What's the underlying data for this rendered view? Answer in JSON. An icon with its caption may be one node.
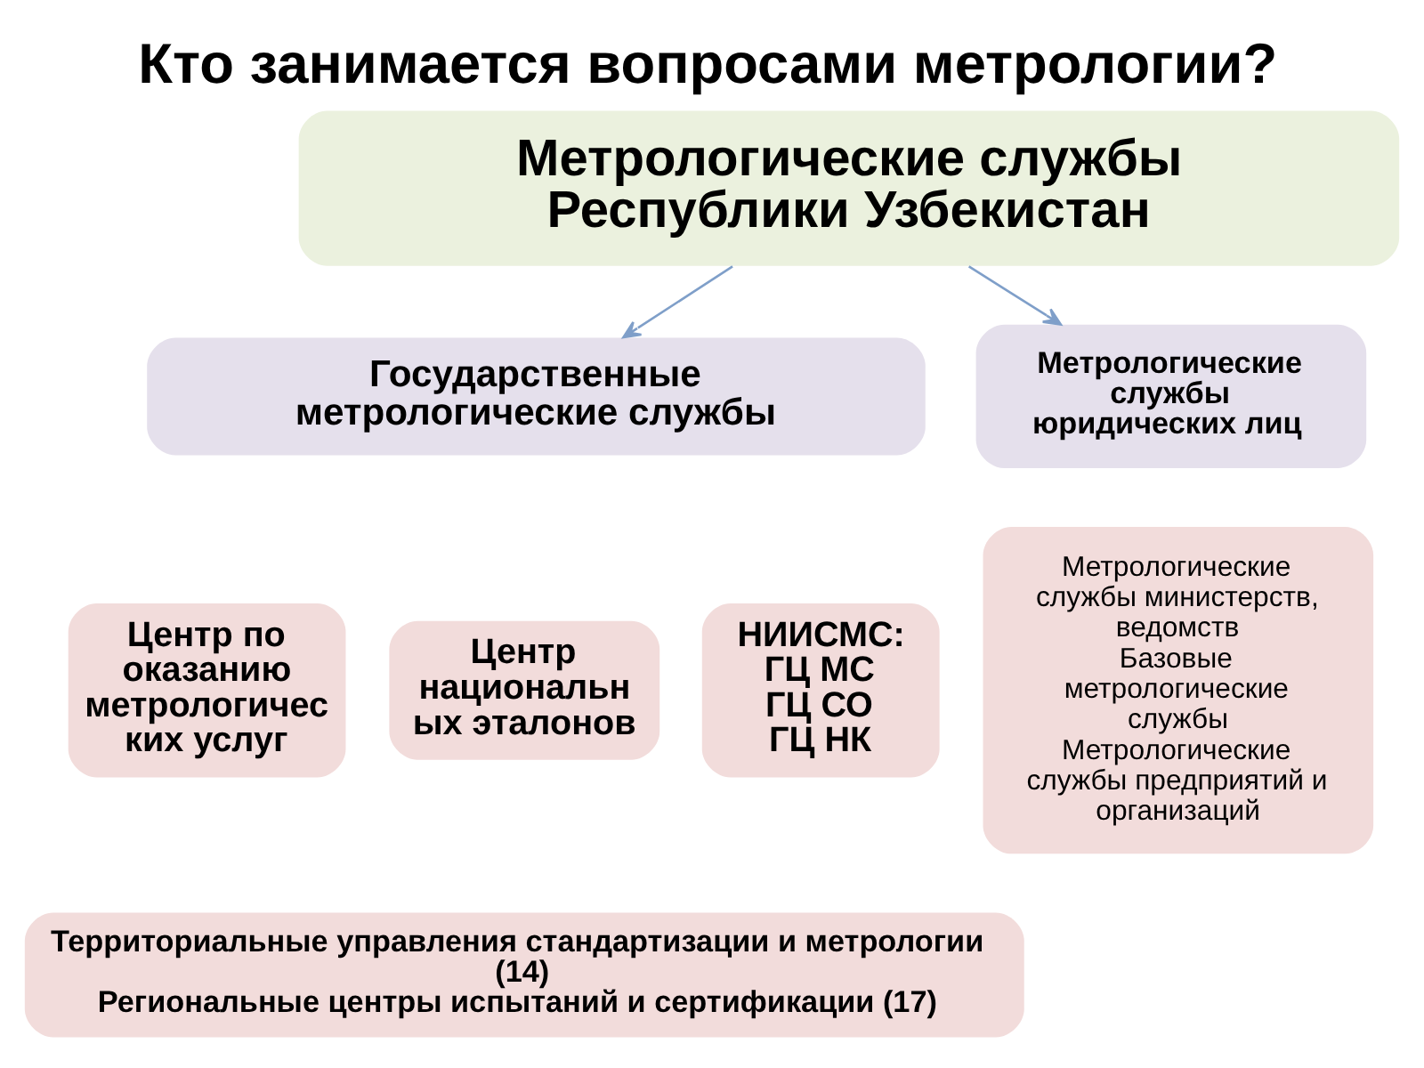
{
  "diagram": {
    "title": "Кто занимается вопросами метрологии?",
    "nodes": [
      {
        "text": [
          "Метрологические службы Республики Узбекистан"
        ]
      },
      {
        "text": [
          "Государственные метрологические службы"
        ]
      },
      {
        "text": [
          "Метрологические службы юридических лиц"
        ]
      },
      {
        "text": [
          "Центр по оказанию метрологичес ких услуг"
        ]
      },
      {
        "text": [
          "Центр национальн ых эталонов"
        ]
      },
      {
        "text": [
          "НИИСМС:",
          "ГЦ МС",
          "ГЦ СО",
          "ГЦ НК"
        ]
      },
      {
        "text": [
          "Территориальные управления стандартизации и метрологии (14)",
          "Региональные центры испытаний и сертификации (17)"
        ]
      },
      {
        "text": [
          "Метрологические службы министерств, ведомств",
          "Базовые метрологические службы",
          "Метрологические службы предприятий и организаций"
        ]
      }
    ],
    "edges": [
      {
        "from": 0,
        "to": 1,
        "arrow": "to"
      },
      {
        "from": 0,
        "to": 2,
        "arrow": "to"
      }
    ]
  }
}
